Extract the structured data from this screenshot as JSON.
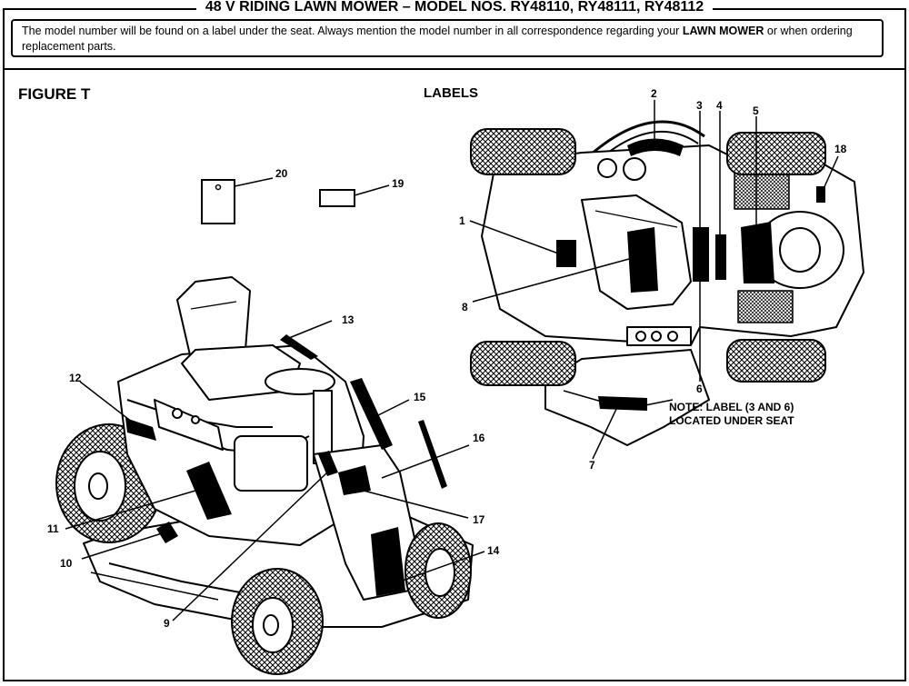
{
  "header": {
    "title": "48 V RIDING LAWN MOWER – MODEL NOS. RY48110, RY48111, RY48112",
    "note_part1": "The model number will be found on a label under the seat. Always mention the model number in all correspondence regarding your ",
    "note_bold": "LAWN MOWER",
    "note_part2": " or when ordering replacement parts."
  },
  "figure": {
    "title": "FIGURE T",
    "labels_heading": "LABELS",
    "seat_note_line1": "NOTE: LABEL (3 AND 6)",
    "seat_note_line2": "LOCATED UNDER SEAT"
  },
  "callouts": {
    "c1": "1",
    "c2": "2",
    "c3": "3",
    "c4": "4",
    "c5": "5",
    "c6": "6",
    "c7": "7",
    "c8": "8",
    "c9": "9",
    "c10": "10",
    "c11": "11",
    "c12": "12",
    "c13": "13",
    "c14": "14",
    "c15": "15",
    "c16": "16",
    "c17": "17",
    "c18": "18",
    "c19": "19",
    "c20": "20"
  }
}
